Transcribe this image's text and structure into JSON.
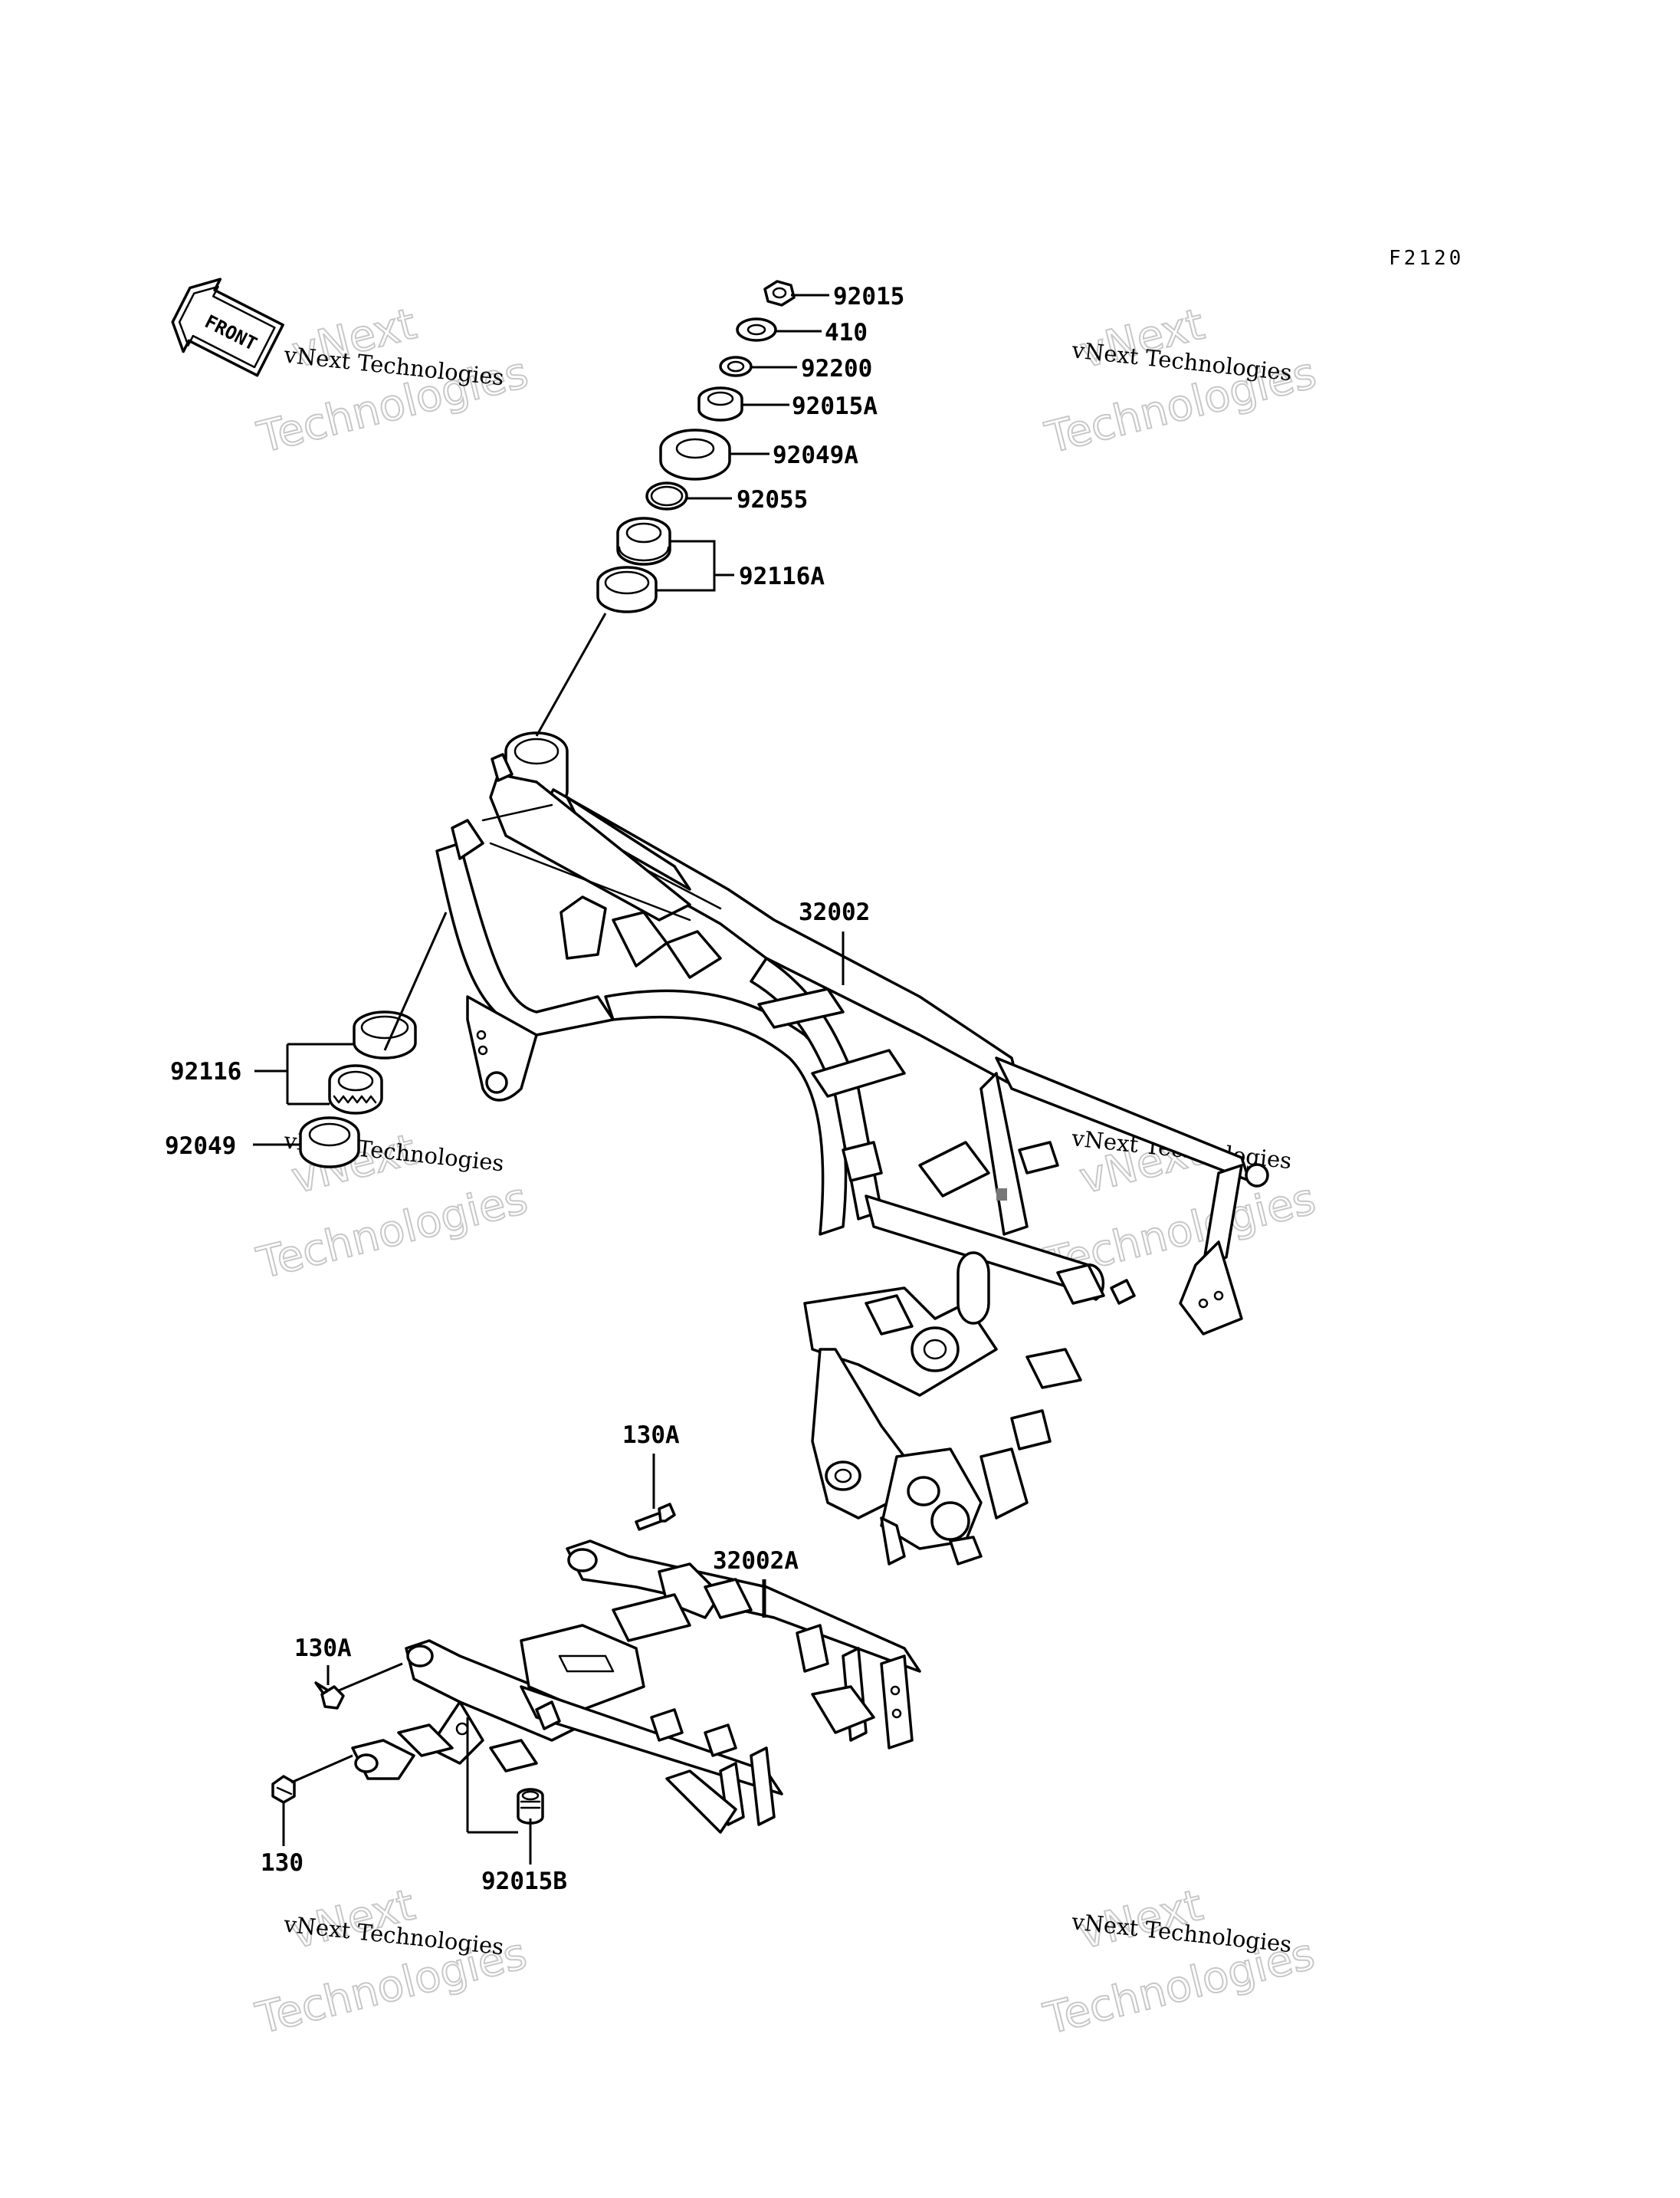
{
  "figure_code": "F2120",
  "front_arrow": {
    "text": "FRONT",
    "icon": "front-direction-arrow-icon"
  },
  "watermark": {
    "company": "vNext Technologies",
    "line1": "vNext",
    "line2": "Technologies"
  },
  "parts": [
    {
      "id": "p1",
      "number": "92015"
    },
    {
      "id": "p2",
      "number": "410"
    },
    {
      "id": "p3",
      "number": "92200"
    },
    {
      "id": "p4",
      "number": "92015A"
    },
    {
      "id": "p5",
      "number": "92049A"
    },
    {
      "id": "p6",
      "number": "92055"
    },
    {
      "id": "p7",
      "number": "92116A"
    },
    {
      "id": "p8",
      "number": "32002"
    },
    {
      "id": "p9",
      "number": "92116"
    },
    {
      "id": "p10",
      "number": "92049"
    },
    {
      "id": "p11",
      "number": "130A"
    },
    {
      "id": "p12",
      "number": "32002A"
    },
    {
      "id": "p13",
      "number": "130A"
    },
    {
      "id": "p14",
      "number": "130"
    },
    {
      "id": "p15",
      "number": "92015B"
    }
  ]
}
